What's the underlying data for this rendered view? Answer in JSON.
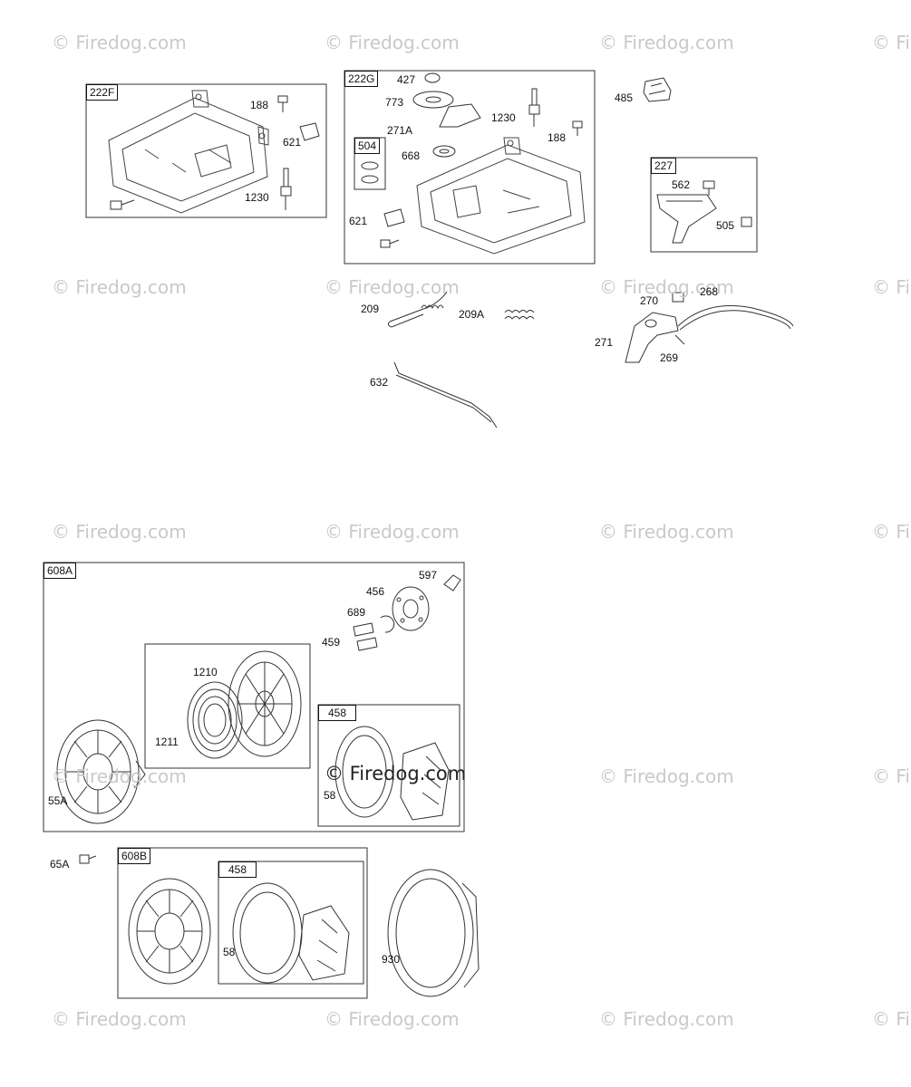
{
  "watermark": "© Firedog.com",
  "boxes": {
    "b222F": "222F",
    "b222G": "222G",
    "b504": "504",
    "b227": "227",
    "b608A": "608A",
    "b458a": "458",
    "b608B": "608B",
    "b458b": "458"
  },
  "labels": {
    "l188a": "188",
    "l621a": "621",
    "l1230a": "1230",
    "l427": "427",
    "l773": "773",
    "l271A": "271A",
    "l1230b": "1230",
    "l188b": "188",
    "l668": "668",
    "l621b": "621",
    "l485": "485",
    "l562": "562",
    "l505": "505",
    "l209": "209",
    "l209A": "209A",
    "l632": "632",
    "l270": "270",
    "l268": "268",
    "l271": "271",
    "l269": "269",
    "l597": "597",
    "l456": "456",
    "l689": "689",
    "l459": "459",
    "l1210": "1210",
    "l1211": "1211",
    "l55A": "55A",
    "l58a": "58",
    "l65A": "65A",
    "l58b": "58",
    "l930": "930"
  }
}
